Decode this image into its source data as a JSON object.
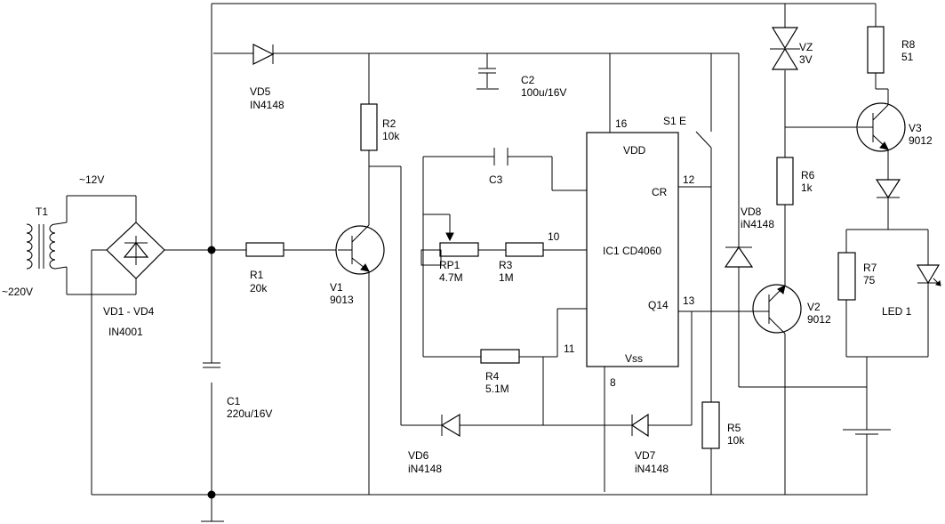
{
  "labels": {
    "t1": "T1",
    "ac12": "~12V",
    "ac220": "~220V",
    "vd1_4": "VD1 - VD4",
    "in4001": "IN4001",
    "vd5": "VD5",
    "vd5_val": "IN4148",
    "c2": "C2",
    "c2_val": "100u/16V",
    "r2": "R2",
    "r2_val": "10k",
    "r1": "R1",
    "r1_val": "20k",
    "v1": "V1",
    "v1_val": "9013",
    "c1": "C1",
    "c1_val": "220u/16V",
    "c3": "C3",
    "rp1": "RP1",
    "rp1_val": "4.7M",
    "r3": "R3",
    "r3_val": "1M",
    "pin10": "10",
    "r4": "R4",
    "r4_val": "5.1M",
    "pin11": "11",
    "pin16": "16",
    "vdd": "VDD",
    "cr": "CR",
    "ic1": "IC1 CD4060",
    "q14": "Q14",
    "vss": "Vss",
    "pin8": "8",
    "pin12": "12",
    "pin13": "13",
    "s1": "S1 E",
    "vd6": "VD6",
    "vd6_val": "iN4148",
    "vd7": "VD7",
    "vd7_val": "iN4148",
    "vz": "VZ",
    "vz_val": "3V",
    "vd8": "VD8",
    "vd8_val": "iN4148",
    "r6": "R6",
    "r6_val": "1k",
    "r5": "R5",
    "r5_val": "10k",
    "v2": "V2",
    "v2_val": "9012",
    "r8": "R8",
    "r8_val": "51",
    "v3": "V3",
    "v3_val": "9012",
    "r7": "R7",
    "r7_val": "75",
    "led1": "LED 1"
  }
}
